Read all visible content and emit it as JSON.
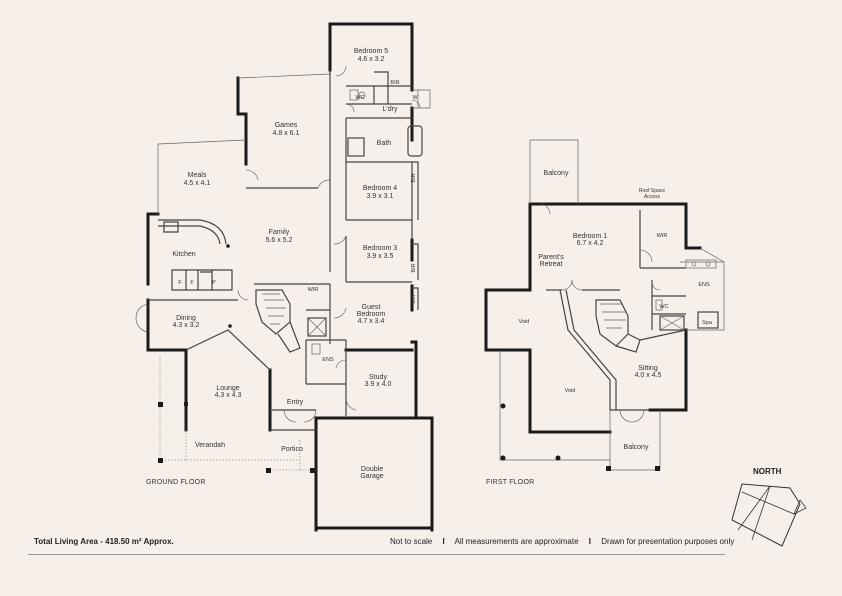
{
  "ground_floor": {
    "label": "GROUND FLOOR",
    "rooms": {
      "bedroom5": {
        "name": "Bedroom 5",
        "size": "4.6 x 3.2"
      },
      "games": {
        "name": "Games",
        "size": "4.8 x 6.1"
      },
      "meals": {
        "name": "Meals",
        "size": "4.5 x 4.1"
      },
      "family": {
        "name": "Family",
        "size": "5.6 x 5.2"
      },
      "kitchen": {
        "name": "Kitchen"
      },
      "bedroom4": {
        "name": "Bedroom 4",
        "size": "3.9 x 3.1"
      },
      "bedroom3": {
        "name": "Bedroom 3",
        "size": "3.9 x 3.5"
      },
      "guest": {
        "name": "Guest",
        "name2": "Bedroom",
        "size": "4.7 x 3.4"
      },
      "dining": {
        "name": "Dining",
        "size": "4.3 x 3.2"
      },
      "lounge": {
        "name": "Lounge",
        "size": "4.3 x 4.3"
      },
      "study": {
        "name": "Study",
        "size": "3.9 x 4.0"
      },
      "garage": {
        "name": "Double",
        "name2": "Garage"
      },
      "bath": {
        "name": "Bath"
      },
      "laundry": {
        "name": "L'dry"
      },
      "ens": {
        "name": "ENS"
      },
      "entry": {
        "name": "Entry"
      },
      "verandah": {
        "name": "Verandah"
      },
      "portico": {
        "name": "Portico"
      },
      "wc": {
        "name": "WC"
      },
      "wir": {
        "name": "WIR"
      },
      "bir": {
        "name": "BIR"
      },
      "w": {
        "name": "W"
      },
      "fridge": {
        "name": "F"
      },
      "pantry": {
        "name": "P"
      }
    }
  },
  "first_floor": {
    "label": "FIRST FLOOR",
    "rooms": {
      "balcony_top": {
        "name": "Balcony"
      },
      "bedroom1": {
        "name": "Bedroom 1",
        "size": "6.7 x 4.2"
      },
      "wir": {
        "name": "WIR"
      },
      "roof_access": {
        "name": "Roof Space",
        "name2": "Access"
      },
      "ens": {
        "name": "ENS"
      },
      "parents": {
        "name": "Parent's",
        "name2": "Retreat"
      },
      "void": {
        "name": "Void"
      },
      "wc": {
        "name": "WC"
      },
      "spa": {
        "name": "Spa"
      },
      "sitting": {
        "name": "Sitting",
        "size": "4.0 x 4.5"
      },
      "balcony_bottom": {
        "name": "Balcony"
      }
    }
  },
  "footer": {
    "total": "Total Living Area - 418.50 m² Approx.",
    "note1": "Not to scale",
    "note2": "All measurements are approximate",
    "note3": "Drawn for presentation purposes only",
    "separator": "I"
  },
  "compass": {
    "label": "NORTH"
  }
}
